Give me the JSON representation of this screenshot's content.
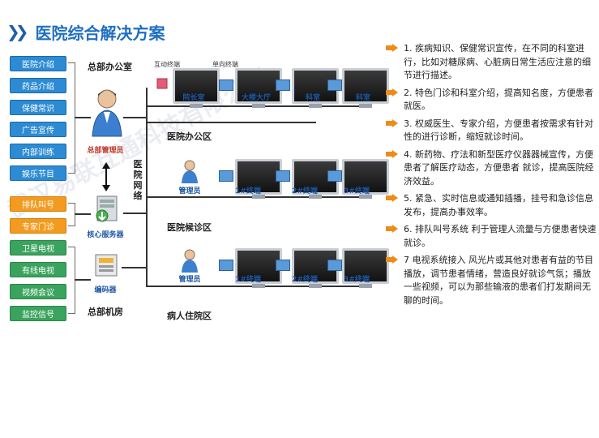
{
  "title": "医院综合解决方案",
  "watermark": "武汉易联互通科技有限公司",
  "left_groups": {
    "office_chips": [
      "医院介绍",
      "药品介绍",
      "保健常识",
      "广告宣传",
      "内部训练",
      "娱乐节目"
    ],
    "server_chips": [
      "排队叫号",
      "专家门诊"
    ],
    "tv_chips": [
      "卫星电视",
      "有线电视",
      "视频会议",
      "监控信号"
    ]
  },
  "labels": {
    "hq_office": "总部办公室",
    "hq_admin": "总部管理员",
    "core_server": "核心服务器",
    "encoder": "编码器",
    "hq_room": "总部机房",
    "network_v": [
      "医",
      "院",
      "网",
      "络"
    ],
    "interactive_terminal": "互动终端",
    "oneway_terminal": "单向终端",
    "zone_office": "医院办公区",
    "zone_waiting": "医院候诊区",
    "zone_ward": "病人住院区"
  },
  "top_row": [
    "院长室",
    "大楼大厅",
    "科室",
    "科室"
  ],
  "mid_row": [
    "管理员",
    "1#终端",
    "2#终端",
    "3#终端"
  ],
  "bottom_row": [
    "管理员",
    "1#终端",
    "2#终端",
    "3#终端"
  ],
  "features": [
    "1. 疾病知识、保健常识宣传，在不同的科室进行，比如对糖尿病、心脏病日常生活应注意的细节进行描述。",
    "2. 特色门诊和科室介绍，提高知名度，方便患者就医。",
    "3. 权威医生、专家介绍，方便患者按需求有针对性的进行诊断，缩短就诊时间。",
    "4. 新药物、疗法和新型医疗仪器器械宣传，方便患者了解医疗动态，方便患者 就诊，提高医院经济效益。",
    "5. 紧急、实时信息或通知插播，挂号和急诊信息发布，提高办事效率。",
    "6. 排队叫号系统 利于管理人流量与方便患者快速就诊。",
    "7 电视系统接入 风光片或其他对患者有益的节目播放，调节患者情绪，营造良好就诊气氛；播放一些视频，可以为那些输液的患者们打发期间无聊的时间。"
  ]
}
